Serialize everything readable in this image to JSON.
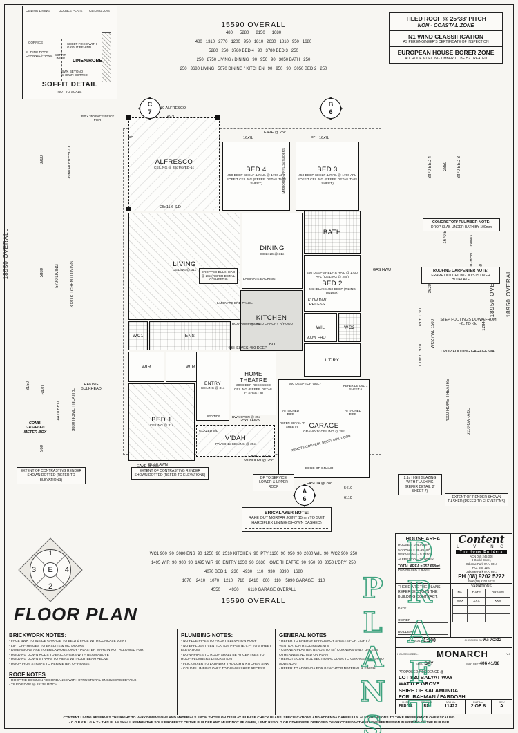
{
  "soffit": {
    "title": "SOFFIT DETAIL",
    "subtitle": "NOT TO SCALE",
    "l1": "CEILING LINING",
    "l2": "DOUBLE PLATE",
    "l3": "CEILING JOIST",
    "l4": "CORNICE",
    "l5": "SHEET FIXED WITH GROUT BEHIND",
    "l6": "SLIDING DOOR CHANNEL/FRAME",
    "l7": "SOFFIT LINING",
    "l8": "LINEN/ROBE",
    "l9": "BWK BEYOND SHOWN DOTTED"
  },
  "top_notes": [
    {
      "main": "TILED ROOF @ 25°38' PITCH",
      "sub": "NON - COASTAL ZONE"
    },
    {
      "main": "N1 WIND CLASSIFICATION",
      "sub": "AS PER ENGINEER'S CERTIFICATE OF INSPECTION"
    },
    {
      "main": "EUROPEAN HOUSE BORER ZONE",
      "sub": "ALL ROOF & CEILING TIMBER TO BE H2 TREATED"
    }
  ],
  "dims_top": {
    "overall": "15590 OVERALL",
    "r1": [
      "480",
      "5280",
      "8150",
      "1680"
    ],
    "r2": [
      "480",
      "1310",
      "2770",
      "1200",
      "950",
      "1810",
      "2630",
      "1810",
      "950",
      "1680"
    ],
    "r3": [
      "5280",
      "250",
      "3780 BED 4",
      "90",
      "3780 BED 3",
      "250"
    ],
    "r4": [
      "250",
      "8750 LIVING / DINING",
      "90",
      "950",
      "90",
      "3050 BATH",
      "250"
    ],
    "r5": [
      "250",
      "3680 LIVING",
      "5070 DINING / KITCHEN",
      "90",
      "950",
      "90",
      "3050 BED 2",
      "250"
    ]
  },
  "dims_bottom": {
    "r1": [
      "WC1 900",
      "90",
      "3080 ENS",
      "90",
      "1250",
      "90",
      "2510 KITCHEN",
      "90",
      "PTY 1130",
      "90",
      "950",
      "90",
      "2080 WIL",
      "90",
      "WC2 900",
      "250"
    ],
    "r2": [
      "1495 WIR",
      "90",
      "900",
      "90",
      "1495 WIR",
      "90",
      "ENTRY 1350",
      "90",
      "3630 HOME THEATRE",
      "90",
      "950",
      "90",
      "3050 L'DRY",
      "250"
    ],
    "r3": [
      "4070 BED 1",
      "230",
      "4930",
      "110",
      "930",
      "3390",
      "1680"
    ],
    "r4": [
      "1070",
      "2410",
      "1070",
      "1210",
      "710",
      "2410",
      "600",
      "110",
      "5890 GARAGE",
      "110"
    ],
    "r5": [
      "4550",
      "4930",
      "6110 GARAGE OVERALL"
    ],
    "overall": "15590 OVERALL"
  },
  "dims_left": {
    "overall": "18950 OVERALL",
    "d1": "3960",
    "d2": "3960 ALFRESCO",
    "d3": "5880",
    "d4": "5790 LIVING",
    "d5": "8020 KITCHEN / DINING",
    "d6": "8150",
    "d7": "6470",
    "d8": "4410 BED 1",
    "d9": "3880 HOME THEATRE",
    "d10": "960"
  },
  "dims_right": {
    "overall": "18950 OVERALL",
    "d1": "3870 BED 4",
    "d2": "2850",
    "d3": "3870 BED 3",
    "d4": "1670 BATH",
    "d5": "6630 KITCHEN / DINING",
    "d6": "9650",
    "d7": "3620 BED 2",
    "d8": "12840",
    "d9": "PTY 1190",
    "d10": "WC2 / WL 1500",
    "d11": "L'DRY 1570",
    "d12": "4000 HOME THEATRE",
    "d13": "6110 GARAGE",
    "d14": "5410",
    "d15": "6110"
  },
  "rooms": {
    "alfresco": {
      "name": "ALFRESCO",
      "sub": "CEILING @ 28c PAVED-1c"
    },
    "bed4": {
      "name": "BED 4",
      "sub": "450 DEEP SHELF & RAIL @ 1700 AFL SOFFIT CEILING (REFER DETAIL THIS SHEET)"
    },
    "bed3": {
      "name": "BED 3",
      "sub": "450 DEEP SHELF & RAIL @ 1700 AFL SOFFIT CEILING (REFER DETAIL THIS SHEET)"
    },
    "living": {
      "name": "LIVING",
      "sub": "CEILING @ 31c"
    },
    "dining": {
      "name": "DINING",
      "sub": "CEILING @ 31c"
    },
    "bath": {
      "name": "BATH"
    },
    "bed2": {
      "name": "BED 2",
      "sub": "450 DEEP SHELF & RAIL @ 1700 AFL (CEILING @ 25c)",
      "sub2": "4 SHELVES 450 DEEP (TILING UNDER)"
    },
    "kitchen": {
      "name": "KITCHEN",
      "sub": "PLUMED CANOPY R/HOOD"
    },
    "wc1": {
      "name": "WC1"
    },
    "ens": {
      "name": "ENS"
    },
    "wir1": {
      "name": "WIR"
    },
    "wir2": {
      "name": "WIR"
    },
    "bed1": {
      "name": "BED 1",
      "sub": "CEILING @ 31c"
    },
    "entry": {
      "name": "ENTRY",
      "sub": "CEILING @ 31c"
    },
    "ht": {
      "name": "HOME THEATRE",
      "sub": "300 DEEP RECESSED CEILING (REFER DETAIL 'F' SHEET 8)"
    },
    "wil": {
      "name": "WIL"
    },
    "wc2": {
      "name": "WC2"
    },
    "ldry": {
      "name": "L'DRY"
    },
    "vdah": {
      "name": "V'DAH",
      "sub": "PAVED-1c CEILING @ 25c"
    },
    "garage": {
      "name": "GARAGE",
      "sub": "GRANO-1c CEILING @ 28c"
    }
  },
  "labels": {
    "alfresco_dim": "5280 ALFRESCO",
    "alfresco_dim2": "4930",
    "eave": "EAVE @ 25c",
    "win1": "16x7b",
    "pier": "350 x 350 FACE BRICK PIER",
    "sd": "25x11.6 S/D",
    "mirrored": "MIRRORED VINYL 2x SLIDERS",
    "dropped": "DROPPED BULKHEAD @ 28c (REFER DETAIL 'G' SHEET 8)",
    "lam_back": "LAMINATE BACKING",
    "lam_end": "LAMINATE END PANEL",
    "bwk_over": "BWK OVER @ 25c",
    "raking": "RAKING BULKHEAD",
    "meter": "COMB. GAS/ELEC METER BOX",
    "gas": "GAS HWU",
    "dw": "610W D/W RECESS",
    "fho": "900W FHO",
    "ubo": "UBO",
    "shelves": "4 SHELVES 450 DEEP",
    "awn": "25x10 AWN",
    "tbar": "T-BAR OVER WINDOW @ 25c",
    "glazed": "GLAZED S/L",
    "tdf": "820 T/DF",
    "top_only": "600 DEEP TOP ONLY",
    "pier_label": "ATTACHED PIER",
    "sectional": "REMOTE CONTROL SECTIONAL DOOR",
    "grano": "EDGE OF GRANO",
    "fascia": "FASCIA @ 28c",
    "refer1": "REFER DETAIL '1' SHEET 6",
    "refer2": "REFER DETAIL '2' SHEET 6",
    "dp": "DP"
  },
  "side_notes": {
    "concretor_t": "CONCRETOR/ PLUMBER NOTE:",
    "concretor_b": "DROP SLAB UNDER BATH BY 100mm",
    "roofing_t": "ROOFING CARPENTER NOTE:",
    "roofing_b": "FRAME OUT CEILING JOISTS OVER HOTPLATE",
    "step": "STEP FOOTINGS DOWN FROM -2c TO -3c",
    "drop": "DROP FOOTING GARAGE WALL",
    "bricklayer_t": "BRICKLAYER NOTE:",
    "bricklayer_b": "RAKE OUT MORTAR JOINT 15mm TO SUIT HARDIFLEX LINING (SHOWN DASHED)",
    "service": "DP TO SERVICE LOWER & UPPER ROOF",
    "render": "EXTENT OF RENDER SHOWN DASHED (REFER TO ELEVATIONS)",
    "contrast": "EXTENT OF CONTRASTING RENDER SHOWN DOTTED (REFER TO ELEVATIONS)",
    "glazing": "2.1c HIGH GLAZING WITH FLASHING (REFER DETAIL '2' SHEET 7)"
  },
  "markers": {
    "c": "C",
    "c_no": "7",
    "b": "B",
    "b_no": "6",
    "a": "A",
    "a_no": "6"
  },
  "compass": {
    "n": "1",
    "s": "2",
    "w": "3",
    "e": "4",
    "center": "E"
  },
  "page_title": "FLOOR PLAN",
  "notes": {
    "brickwork": {
      "title": "BRICKWORK NOTES:",
      "items": [
        "FACE BWK TO INSIDE GARAGE TO BE 2nd FACE WITH CONCAVE JOINT",
        "LIFT OFF HINGES TO ENSUITE & WC DOORS",
        "DIMENSIONS ARE TO BRICKWORK ONLY - PLASTER MARGIN NOT ALLOWED FOR",
        "HOLDING DOWN RODS TO BRICK PIERS WITH BEAM ABOVE",
        "HOLDING DOWN STRAPS TO PIERS WITHOUT BEAM ABOVE",
        "HOOP IRON STRAPS TO PERIMETER OF HOUSE"
      ]
    },
    "roof": {
      "title": "ROOF NOTES",
      "items": [
        "ROOF TIE DOWN IN ACCORDANCE WITH STRUCTURAL ENGINEERS DETAILS",
        "TILED ROOF @ 25°38' PITCH"
      ]
    },
    "plumbing": {
      "title": "PLUMBING NOTES:",
      "items": [
        "NO FLUE PIPES TO FRONT ELEVATION ROOF",
        "NO EFFLUENT VENTILATION PIPES (E.V.P) TO STREET ELEVATION",
        "DOWNPIPES TO ROOF SHALL BE AT CENTRES TO ROOF PLUMBERS DISCRETION",
        "FLICKMIXER TO LAUNDRY TROUGH & KITCHEN SINK",
        "COLD PLUMBING ONLY TO DISHWASHER RECESS"
      ]
    },
    "general": {
      "title": "GENERAL NOTES",
      "items": [
        "REFER TO ENERGY EFFICIENCY SHEETS FOR LIGHT / VENTILATION REQUIREMENTS",
        "CORNER PLASTER BEADS TO 45° CORNERS ONLY UNLESS OTHERWISE NOTED ON PLAN",
        "REMOTE CONTROL SECTIONAL DOOR TO GARAGE (REFER TO ADDENDA)",
        "REFER TO ADDENDA FOR BENCHTOP MATERIAL & FINISH"
      ]
    }
  },
  "titleblock": {
    "house_area": {
      "title": "HOUSE AREA",
      "lines": [
        "HOUSE = 194.974m²",
        "GARAGE = 36.461m²",
        "VERANDAH = 5.325m²",
        "ALFRESCO = 20.909m²"
      ],
      "total": "TOTAL AREA = 257.668m²",
      "perimeter": "PERIMETER = 800m"
    },
    "logo": {
      "name": "Content",
      "living": "L I V I N G",
      "tag": "The Home Builders",
      "lines": [
        "ACN 055 245 308",
        "8 Gould Street,",
        "Osborne Park W.A. 6017",
        "P.O. Box 1101",
        "Osborne Park W.A. 6917"
      ],
      "phone": "PH (08) 9202 5222",
      "fax": "FAX (08) 9202 5233"
    },
    "contract": "THESE ARE THE PLANS REFERRED TO IN THE BUILDING CONTRACT:",
    "sig": [
      "DATE",
      "OWNER",
      "BUILDER"
    ],
    "variations": {
      "title": "VARIATIONS",
      "cols": [
        "No.",
        "DATE",
        "DRAWN"
      ],
      "row": [
        "XXX",
        "XXX",
        "XXX"
      ]
    },
    "scale_label": "SCALE",
    "scale": "1:100",
    "checked_label": "CHECKED BY",
    "checked": "Ka 7/2/12",
    "model_label": "HOUSE MODEL:",
    "model": "MONARCH",
    "model_ver": "V.1",
    "spec_label": "SPEC",
    "spec": "BAY",
    "map_label": "MAP REF",
    "map": "406 41/38",
    "address": [
      "PROPOSED RESIDENCE @",
      "LOT 820 BALYAT WAY",
      "WATTLE GROVE",
      "SHIRE OF KALAMUNDA",
      "FOR: RAHMAN / FARDOSH"
    ],
    "foot": {
      "date_l": "DATE",
      "date": "FEB '12",
      "drawn_l": "DRAWN",
      "drawn": "RD",
      "job_l": "JOB No.",
      "job": "11422",
      "sht_l": "SHT No.",
      "sht": "2 OF 8",
      "rev_l": "REV",
      "rev": "A"
    }
  },
  "disclaimer": {
    "l1": "CONTENT LIVING RESERVES THE RIGHT TO VARY DIMENSIONS AND MATERIALS FROM THOSE ON DISPLAY. PLEASE CHECK PLANS, SPECIFICATIONS AND ADDENDA CAREFULLY. ALL DIMENSIONS TO TAKE PREFERANCE OVER SCALING",
    "l2": "- C O P Y R I G H T - THIS PLAN SHALL REMAIN THE SOLE PROPERTY OF THE BUILDER AND MUST NOT BE GIVEN, LENT, RESOLD OR OTHERWISE DISPOSED OF OR COPIED WITHOUT THE PERMISSION IN WRITING OF THE BUILDER"
  },
  "watermark": {
    "w1": "PLANS",
    "w2": "DRAFT",
    "color": "#2a9a72"
  }
}
